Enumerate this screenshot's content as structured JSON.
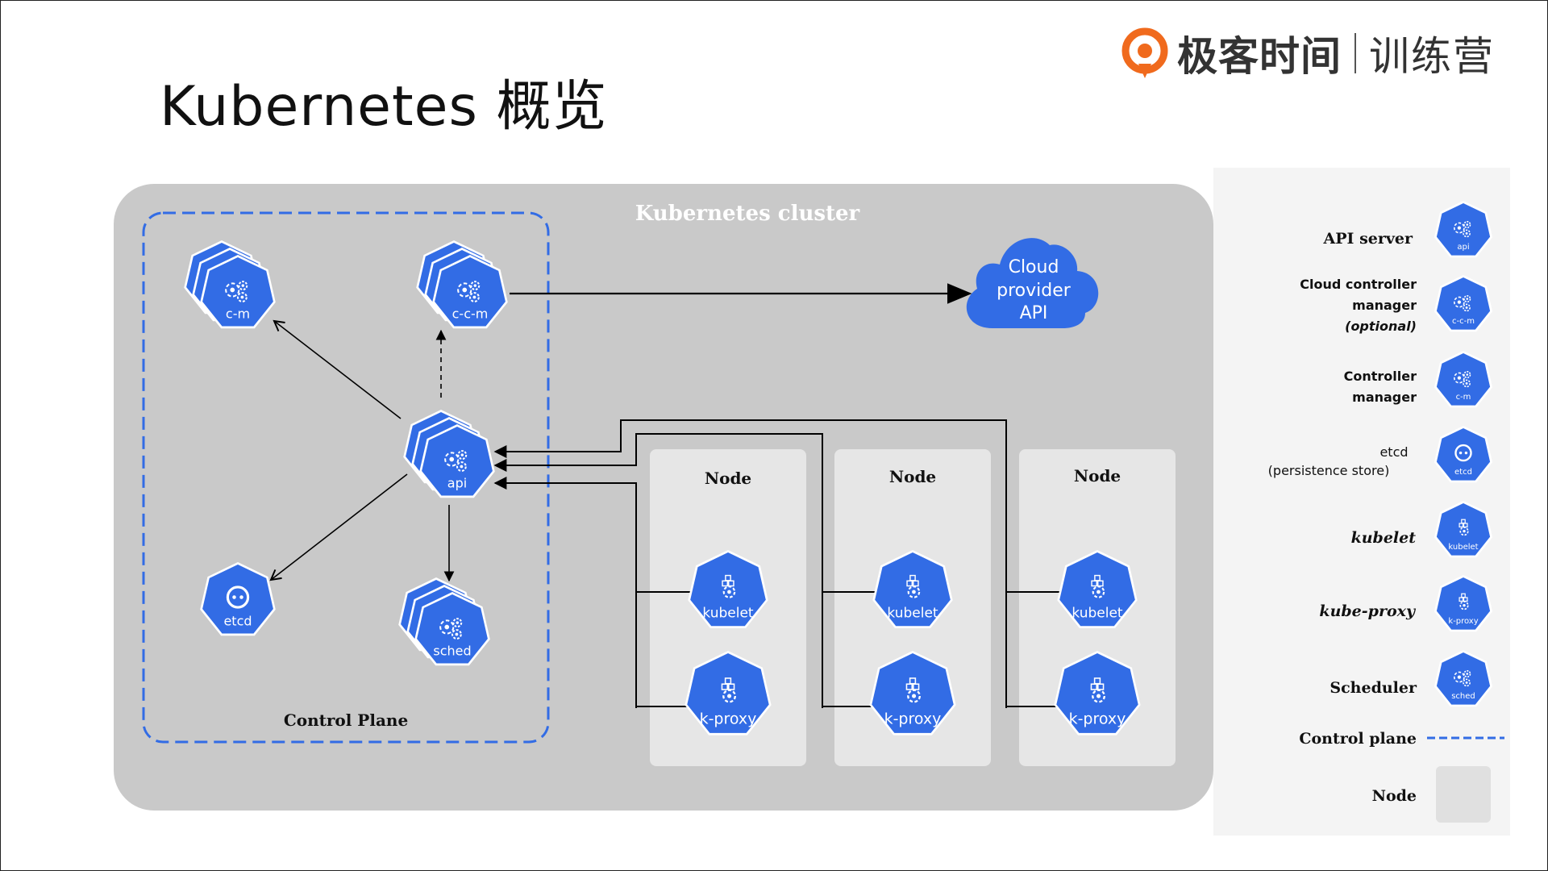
{
  "slide": {
    "title": "Kubernetes 概览",
    "brand": {
      "name": "极客时间",
      "sub": "训练营"
    }
  },
  "cluster": {
    "label": "Kubernetes cluster",
    "control_plane_label": "Control Plane",
    "cloud_label": [
      "Cloud",
      "provider",
      "API"
    ],
    "components": {
      "cm": "c-m",
      "ccm": "c-c-m",
      "api": "api",
      "etcd": "etcd",
      "sched": "sched"
    },
    "nodes": [
      {
        "label": "Node",
        "kubelet": "kubelet",
        "proxy": "k-proxy"
      },
      {
        "label": "Node",
        "kubelet": "kubelet",
        "proxy": "k-proxy"
      },
      {
        "label": "Node",
        "kubelet": "kubelet",
        "proxy": "k-proxy"
      }
    ]
  },
  "legend": {
    "api": {
      "label": "API server",
      "icon": "api"
    },
    "ccm": {
      "lines": [
        "Cloud controller",
        "manager",
        "(optional)"
      ],
      "icon": "c-c-m"
    },
    "cm": {
      "lines": [
        "Controller",
        "manager"
      ],
      "icon": "c-m"
    },
    "etcd": {
      "lines": [
        "etcd",
        "(persistence store)"
      ],
      "icon": "etcd"
    },
    "kubelet": {
      "label": "kubelet",
      "icon": "kubelet"
    },
    "proxy": {
      "label": "kube-proxy",
      "icon": "k-proxy"
    },
    "sched": {
      "label": "Scheduler",
      "icon": "sched"
    },
    "control_plane": {
      "label": "Control plane"
    },
    "node": {
      "label": "Node"
    }
  },
  "colors": {
    "k8s_blue": "#326ce5",
    "cluster_bg": "#c9c9c9",
    "node_bg": "#e6e6e6",
    "brand_orange": "#f06a1d"
  }
}
